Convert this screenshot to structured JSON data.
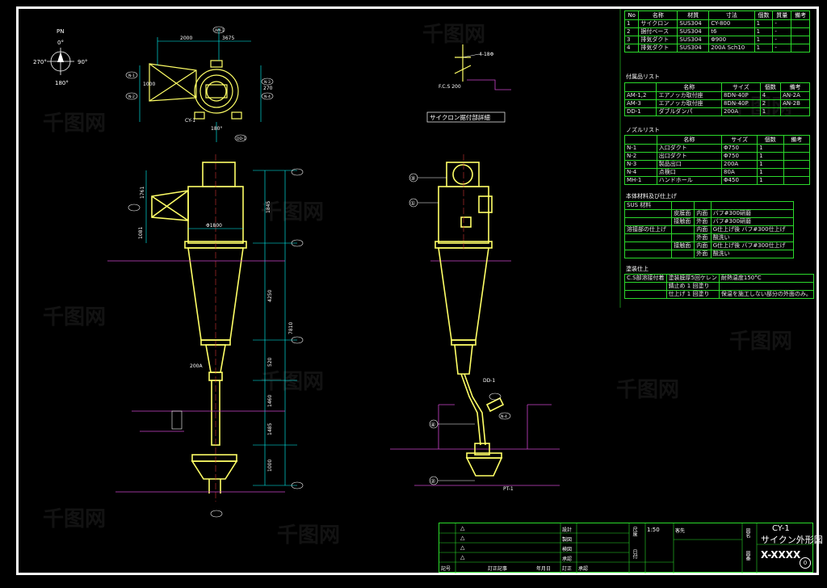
{
  "drawing": {
    "north_mark": {
      "label": "PN",
      "n": "0°",
      "e": "90°",
      "w": "270°",
      "s": "180°"
    },
    "top_view": {
      "dims": [
        "2000",
        "3675",
        "1000",
        "270"
      ],
      "tags": [
        "AM-1",
        "N-1",
        "N-2",
        "N-3",
        "N-4",
        "DD-1"
      ],
      "equipment": "CY-1",
      "angle": "180°"
    },
    "front_view": {
      "diameter": "Φ1800",
      "dims": [
        "1761",
        "1081",
        "1845",
        "4250",
        "520",
        "7810",
        "1460",
        "1485",
        "1000"
      ],
      "outlet": "200A"
    },
    "side_view": {
      "callouts": [
        "③",
        "①",
        "④",
        "②"
      ],
      "tags": [
        "DD-1",
        "PT-1",
        "N-4"
      ]
    },
    "detail": {
      "label": "サイクロン据付部詳細",
      "tag": "4-18Φ",
      "note": "F.C.S 200"
    },
    "watermark": "千图网"
  },
  "parts_table": {
    "headers": [
      "No",
      "名称",
      "材質",
      "寸法",
      "個数",
      "質量",
      "備考"
    ],
    "rows": [
      [
        "1",
        "サイクロン",
        "SUS304",
        "CY-800",
        "1",
        "-",
        ""
      ],
      [
        "2",
        "据付ベース",
        "SUS304",
        "t6",
        "1",
        "-",
        ""
      ],
      [
        "3",
        "排気ダクト",
        "SUS304",
        "Φ900",
        "1",
        "-",
        ""
      ],
      [
        "4",
        "排気ダクト",
        "SUS304",
        "200A Sch10",
        "1",
        "-",
        ""
      ]
    ]
  },
  "supply_list": {
    "title": "付属品リスト",
    "headers": [
      "",
      "名称",
      "サイズ",
      "個数",
      "備考"
    ],
    "rows": [
      [
        "AM-1,2",
        "エアノッカ取付座",
        "8DN-40P",
        "4",
        "AN-2A"
      ],
      [
        "AM-3",
        "エアノッカ取付座",
        "8DN-40P",
        "2",
        "AN-2B"
      ],
      [
        "DD-1",
        "ダブルダンパ",
        "200A",
        "1",
        ""
      ]
    ]
  },
  "nozzle_list": {
    "title": "ノズルリスト",
    "headers": [
      "",
      "名称",
      "サイズ",
      "個数",
      "備考"
    ],
    "rows": [
      [
        "N-1",
        "入口ダクト",
        "Φ750",
        "1",
        ""
      ],
      [
        "N-2",
        "出口ダクト",
        "Φ750",
        "1",
        ""
      ],
      [
        "N-3",
        "製品出口",
        "200A",
        "1",
        ""
      ],
      [
        "N-4",
        "点検口",
        "80A",
        "1",
        ""
      ],
      [
        "MH-1",
        "ハンドホール",
        "Φ450",
        "1",
        ""
      ]
    ]
  },
  "finish_table": {
    "title": "本体材料及び仕上げ",
    "rows": [
      [
        "SUS 材料",
        "",
        "",
        ""
      ],
      [
        "",
        "皮膜面",
        "内面",
        "バフ#300研磨"
      ],
      [
        "",
        "接触面",
        "外面",
        "バフ#300研磨"
      ],
      [
        "溶接部の仕上げ",
        "",
        "内面",
        "G仕上げ後 バフ#300仕上げ"
      ],
      [
        "",
        "",
        "外面",
        "酸洗い"
      ],
      [
        "",
        "接触面",
        "内面",
        "G仕上げ後 バフ#300仕上げ"
      ],
      [
        "",
        "",
        "外面",
        "酸洗い"
      ]
    ]
  },
  "notes_table": {
    "title": "塗装仕上",
    "rows": [
      [
        "C.S部溶接付着",
        "塗装膜厚5回ケレン",
        "耐熱温度150°C"
      ],
      [
        "",
        "錆止め 1 回塗り",
        ""
      ],
      [
        "",
        "仕上げ 1 回塗り",
        "保温を施工しない部分の外面のみ。"
      ]
    ]
  },
  "title_block": {
    "rev_marks": [
      "△",
      "△",
      "△",
      "△"
    ],
    "footer_labels": [
      "記号",
      "訂正記事",
      "年月日",
      "訂正",
      "承認"
    ],
    "roles": [
      "設計",
      "製図",
      "検図",
      "承認"
    ],
    "scale_label": "尺度",
    "scale": "1:50",
    "date_label": "日付",
    "project_label": "客先",
    "name_label": "図名",
    "equip": "CY-1",
    "title": "サイクン外形図",
    "number_label": "図番",
    "number": "X-XXXX",
    "revision": "0"
  },
  "colors": {
    "equipment_line": "#ffff66",
    "dimension": "#00ffff",
    "table_line": "#2bd92b",
    "floor_line": "#cc44cc",
    "center_line": "#cc3333",
    "frame": "#ffffff"
  }
}
